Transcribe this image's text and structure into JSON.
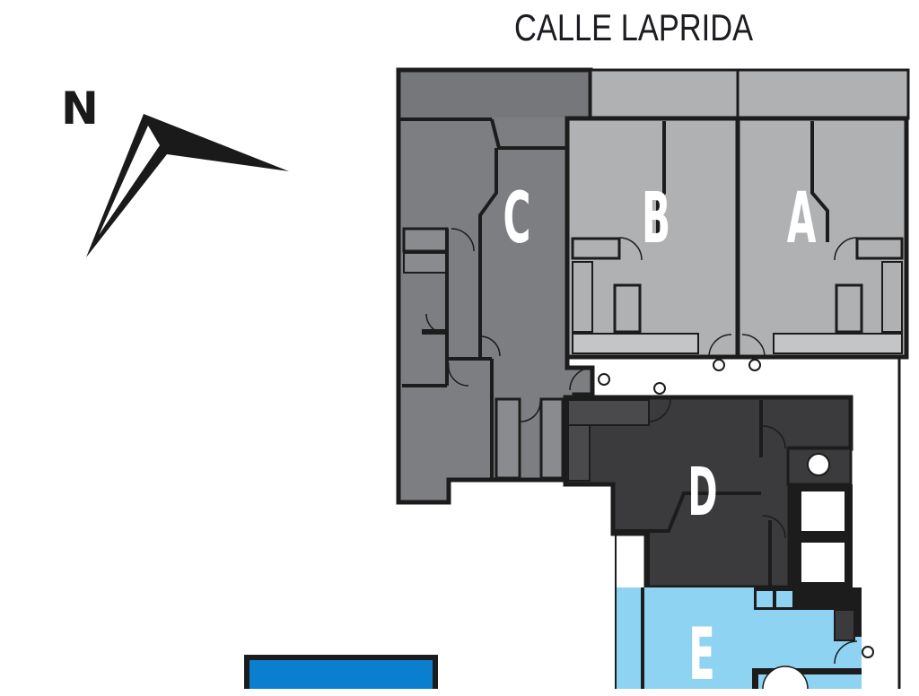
{
  "header": {
    "street_name": "CALLE LAPRIDA"
  },
  "compass": {
    "label": "N",
    "icon": "north-arrow-icon"
  },
  "units": [
    {
      "id": "A",
      "label": "A",
      "color": "#b0b1b3"
    },
    {
      "id": "B",
      "label": "B",
      "color": "#b0b1b3"
    },
    {
      "id": "C",
      "label": "C",
      "color": "#7d7e81"
    },
    {
      "id": "D",
      "label": "D",
      "color": "#3b3b3d"
    },
    {
      "id": "E",
      "label": "E",
      "color": "#8ed3f2"
    }
  ],
  "entry_markers": [
    {
      "label": "A"
    },
    {
      "label": "B"
    },
    {
      "label": "C"
    },
    {
      "label": "D"
    },
    {
      "label": "E"
    }
  ],
  "colors": {
    "wall": "#1c1c1c",
    "balcony_light": "#b0b1b3",
    "balcony_dark": "#7d7e81",
    "hallway": "#ffffff",
    "outdoor_block": "#0a7fd0",
    "elevator": "#ffffff"
  }
}
